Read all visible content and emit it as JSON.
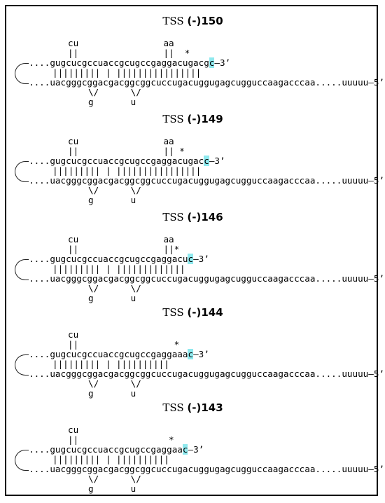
{
  "panels": [
    {
      "title_prefix": "TSS",
      "title_number": "(-)150",
      "line1": "cu                aa",
      "line2": "||                ||  *",
      "line3_pre": "....gugcucgccuaccgcugccgaggacugacg",
      "line3_hl": "c",
      "line3_post": "–3’",
      "line4": "||||||||| | ||||||||||||||||",
      "line5": "....uacgggcggacgacggcggcuccugacuggugagcugguccaagacccaa.....uuuuu–5’",
      "line6": "\\/      \\/",
      "line7": "g       u"
    },
    {
      "title_prefix": "TSS",
      "title_number": "(-)149",
      "line1": "cu                aa",
      "line2": "||                || *",
      "line3_pre": "....gugcucgccuaccgcugccgaggacugac",
      "line3_hl": "c",
      "line3_post": "–3’",
      "line4": "||||||||| | ||||||||||||||||",
      "line5": "....uacgggcggacgacggcggcuccugacuggugagcugguccaagacccaa.....uuuuu–5’",
      "line6": "\\/      \\/",
      "line7": "g       u"
    },
    {
      "title_prefix": "TSS",
      "title_number": "(-)146",
      "line1": "cu                aa",
      "line2": "||                ||*",
      "line3_pre": "....gugcucgccuaccgcugccgaggacu",
      "line3_hl": "c",
      "line3_post": "–3’",
      "line4": "||||||||| | |||||||||||||",
      "line5": "....uacgggcggacgacggcggcuccugacuggugagcugguccaagacccaa.....uuuuu–5’",
      "line6": "\\/      \\/",
      "line7": "g       u"
    },
    {
      "title_prefix": "TSS",
      "title_number": "(-)144",
      "line1": "cu",
      "line2": "||                  *",
      "line3_pre": "....gugcucgccuaccgcugccgaggaaa",
      "line3_hl": "c",
      "line3_post": "–3’",
      "line4": "||||||||| | ||||||||||",
      "line5": "....uacgggcggacgacggcggcuccugacuggugagcugguccaagacccaa.....uuuuu–5’",
      "line6": "\\/      \\/",
      "line7": "g       u"
    },
    {
      "title_prefix": "TSS",
      "title_number": "(-)143",
      "line1": "cu",
      "line2": "||                 *",
      "line3_pre": "....gugcucgccuaccgcugccgaggaa",
      "line3_hl": "c",
      "line3_post": "–3’",
      "line4": "||||||||| | ||||||||||",
      "line5": "....uacgggcggacgacggcggcuccugacuggugagcugguccaagacccaa.....uuuuu–5’",
      "line6": "\\/      \\/",
      "line7": "g       u"
    }
  ]
}
